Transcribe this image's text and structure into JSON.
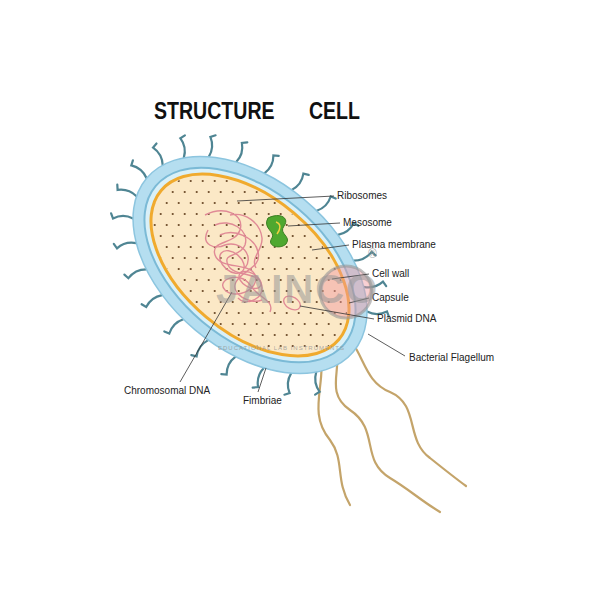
{
  "diagram": {
    "title": "STRUCTURE CELL",
    "labels": [
      "Ribosomes",
      "Mesosome",
      "Plasma membrane",
      "Cell wall",
      "Capsule",
      "Plasmid DNA",
      "Bacterial Flagellum",
      "Chromosomal DNA",
      "Fimbriae",
      "JAINCO",
      "®",
      "EDUCATIONAL LAB INSTRUMENTS"
    ]
  }
}
